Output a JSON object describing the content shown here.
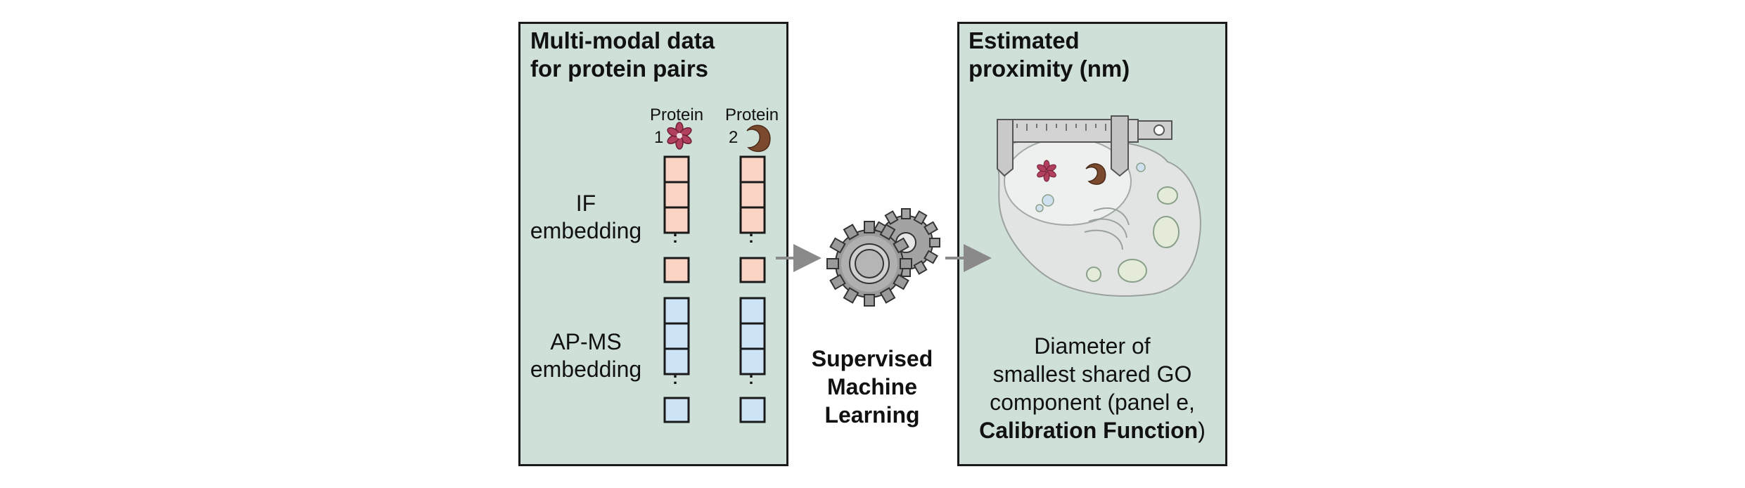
{
  "left_panel": {
    "title_line1": "Multi-modal data",
    "title_line2": "for protein pairs",
    "protein1_label": "Protein",
    "protein1_number": "1",
    "protein2_label": "Protein",
    "protein2_number": "2",
    "if_line1": "IF",
    "if_line2": "embedding",
    "apms_line1": "AP-MS",
    "apms_line2": "embedding",
    "ellipsis": ":"
  },
  "middle": {
    "line1": "Supervised",
    "line2": "Machine",
    "line3": "Learning"
  },
  "right_panel": {
    "title_line1": "Estimated",
    "title_line2": "proximity (nm)",
    "desc_line1": "Diameter of",
    "desc_line2": "smallest shared GO",
    "desc_line3": "component (panel e,",
    "desc_bold": "Calibration Function",
    "desc_close": ")"
  },
  "colors": {
    "panel_fill": "#cfe0d8",
    "if_box": "#f9d3c4",
    "apms_box": "#cde3f6",
    "arrow": "#8a8a8a",
    "gear": "#9a9a9a"
  }
}
